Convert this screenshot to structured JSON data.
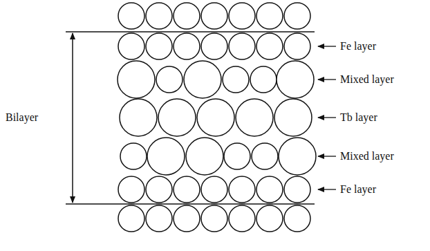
{
  "diagram": {
    "labels": [
      "Bilayer",
      "Fe layer",
      "Mixed layer",
      "Tb layer",
      "Mixed layer",
      "Fe layer"
    ]
  }
}
